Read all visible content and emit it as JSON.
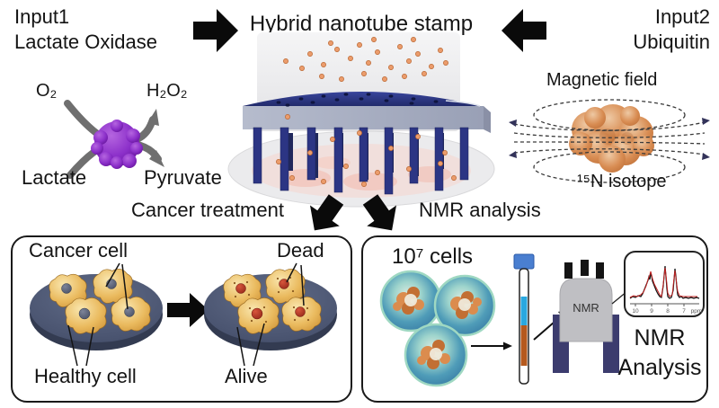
{
  "header": {
    "input1": {
      "title": "Input1",
      "subtitle": "Lactate Oxidase"
    },
    "stamp_title": "Hybrid nanotube stamp",
    "input2": {
      "title": "Input2",
      "subtitle": "Ubiquitin"
    }
  },
  "reaction": {
    "o2": "O₂",
    "h2o2": "H₂O₂",
    "lactate": "Lactate",
    "pyruvate": "Pyruvate"
  },
  "ubiquitin": {
    "magnetic_field": "Magnetic field",
    "isotope": "¹⁵N isotope"
  },
  "flows": {
    "left": "Cancer treatment",
    "right": "NMR analysis"
  },
  "treatment_box": {
    "cancer_cell": "Cancer cell",
    "dead": "Dead",
    "healthy_cell": "Healthy cell",
    "alive": "Alive"
  },
  "nmr_box": {
    "cells": "10⁷ cells",
    "machine_label": "NMR",
    "analysis": {
      "line1": "NMR",
      "line2": "Analysis"
    },
    "spectrum": {
      "ticks": [
        "10",
        "9",
        "8",
        "7"
      ],
      "unit": "ppm"
    }
  },
  "colors": {
    "enzyme_purple": "#8b2fc9",
    "ubiquitin_orange": "#d88c52",
    "nanotube_navy": "#2c3584",
    "stamp_slab_gray": "#a9afc3",
    "isotope_dot_orange": "#eb9c6c",
    "dish_slate": "#4a5470",
    "cell_tan": "#eaba5e",
    "healthy_nucleus": "#454c61",
    "dead_nucleus_red": "#a93226",
    "tube_cap_blue": "#4a7fd0",
    "tube_cyan": "#29a8e0",
    "tube_brown": "#b5591e",
    "machine_gray": "#bfbfc3",
    "machine_leg_navy": "#3c3c6e",
    "spectrum_red": "#c22222"
  }
}
